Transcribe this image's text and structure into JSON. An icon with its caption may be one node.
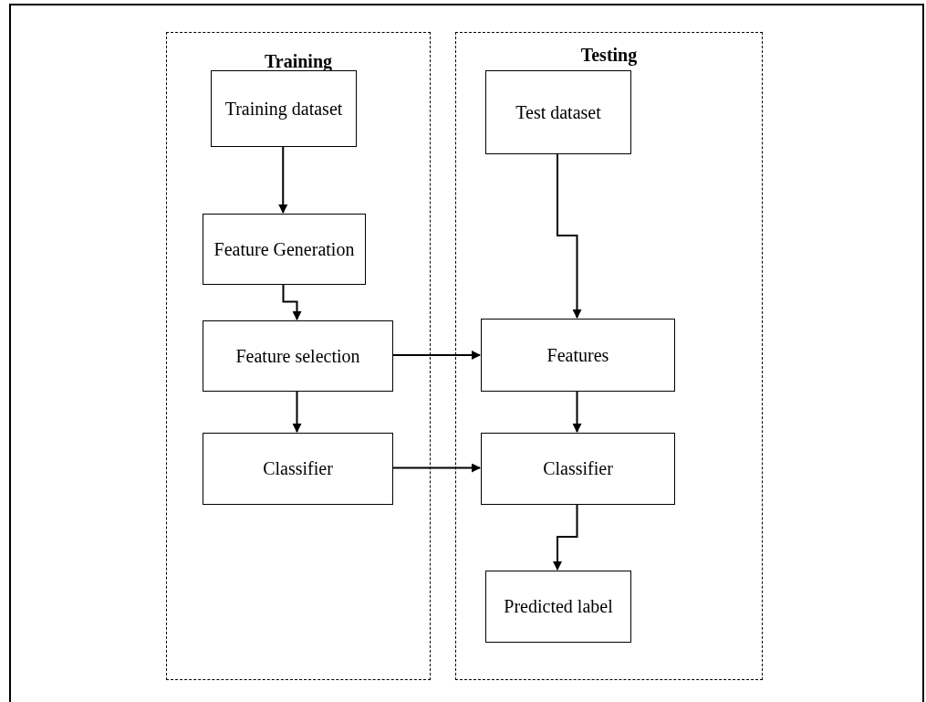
{
  "diagram": {
    "nodes": [
      {
        "text": [
          "Training"
        ]
      },
      {
        "text": [
          "Training dataset"
        ],
        "in": 0
      },
      {
        "text": [
          "Feature Generation"
        ],
        "in": 0
      },
      {
        "text": [
          "Feature selection"
        ],
        "in": 0
      },
      {
        "text": [
          "Classifier"
        ],
        "in": 0
      },
      {
        "text": [
          "Testing"
        ]
      },
      {
        "text": [
          "Test dataset"
        ],
        "in": 5
      },
      {
        "text": [
          "Features"
        ],
        "in": 5
      },
      {
        "text": [
          "Classifier"
        ],
        "in": 5
      },
      {
        "text": [
          "Predicted label"
        ],
        "in": 5
      }
    ],
    "edges": [
      {
        "from": 1,
        "to": 2,
        "arrow": "to"
      },
      {
        "from": 2,
        "to": 3,
        "arrow": "to"
      },
      {
        "from": 3,
        "to": 4,
        "arrow": "to"
      },
      {
        "from": 3,
        "to": 7,
        "arrow": "to"
      },
      {
        "from": 4,
        "to": 8,
        "arrow": "to"
      },
      {
        "from": 6,
        "to": 7,
        "arrow": "to"
      },
      {
        "from": 7,
        "to": 8,
        "arrow": "to"
      },
      {
        "from": 8,
        "to": 9,
        "arrow": "to"
      }
    ]
  }
}
